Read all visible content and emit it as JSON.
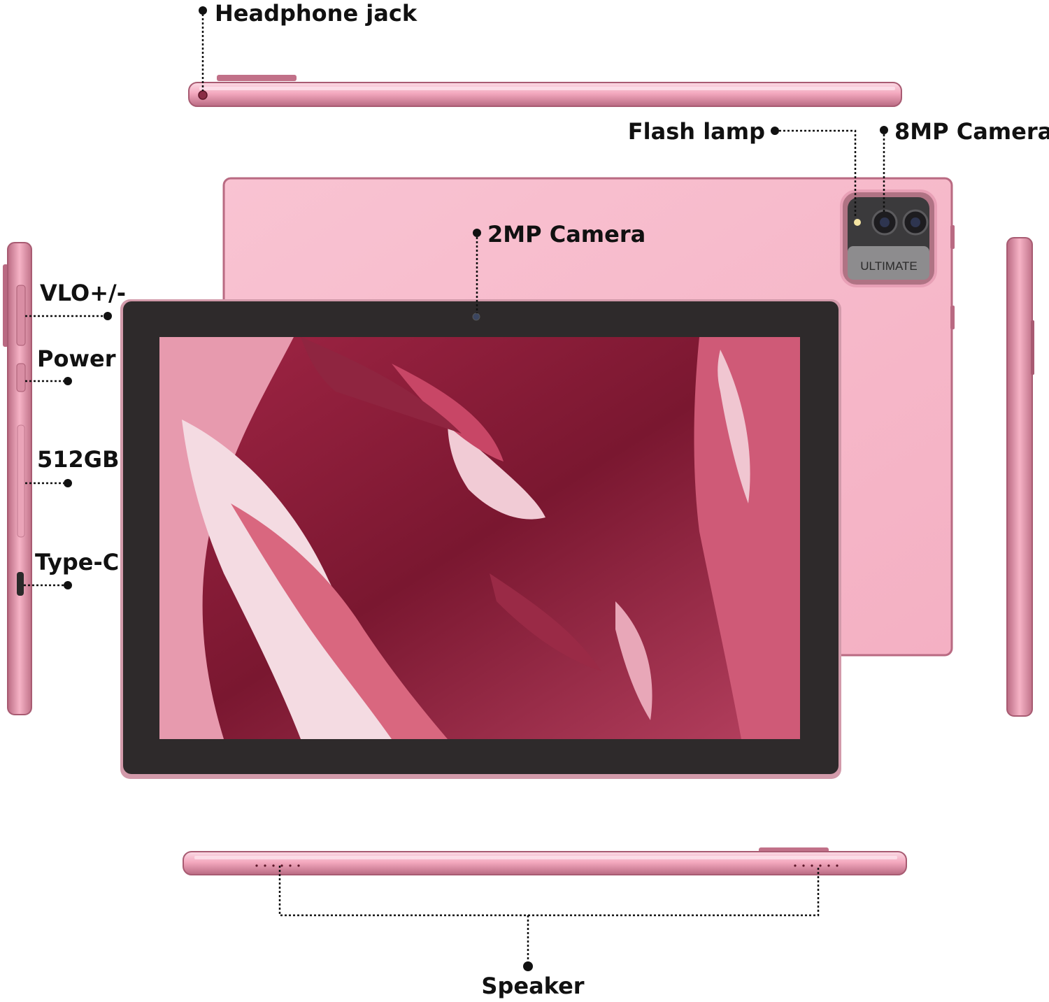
{
  "labels": {
    "headphone_jack": "Headphone jack",
    "flash_lamp": "Flash lamp",
    "rear_camera": "8MP Camera",
    "front_camera": "2MP Camera",
    "volume": "VLO+/-",
    "power": "Power",
    "storage": "512GB",
    "type_c": "Type-C",
    "speaker": "Speaker"
  },
  "camera_module_text": "ULTIMATE",
  "colors": {
    "body_pink": "#f7b9cb",
    "edge_pink": "#c97a8f",
    "bezel": "#2e2a2b",
    "label": "#111111",
    "wallpaper_deep": "#7a1730",
    "wallpaper_mid": "#c23a5c",
    "wallpaper_light": "#f4dbe2"
  }
}
